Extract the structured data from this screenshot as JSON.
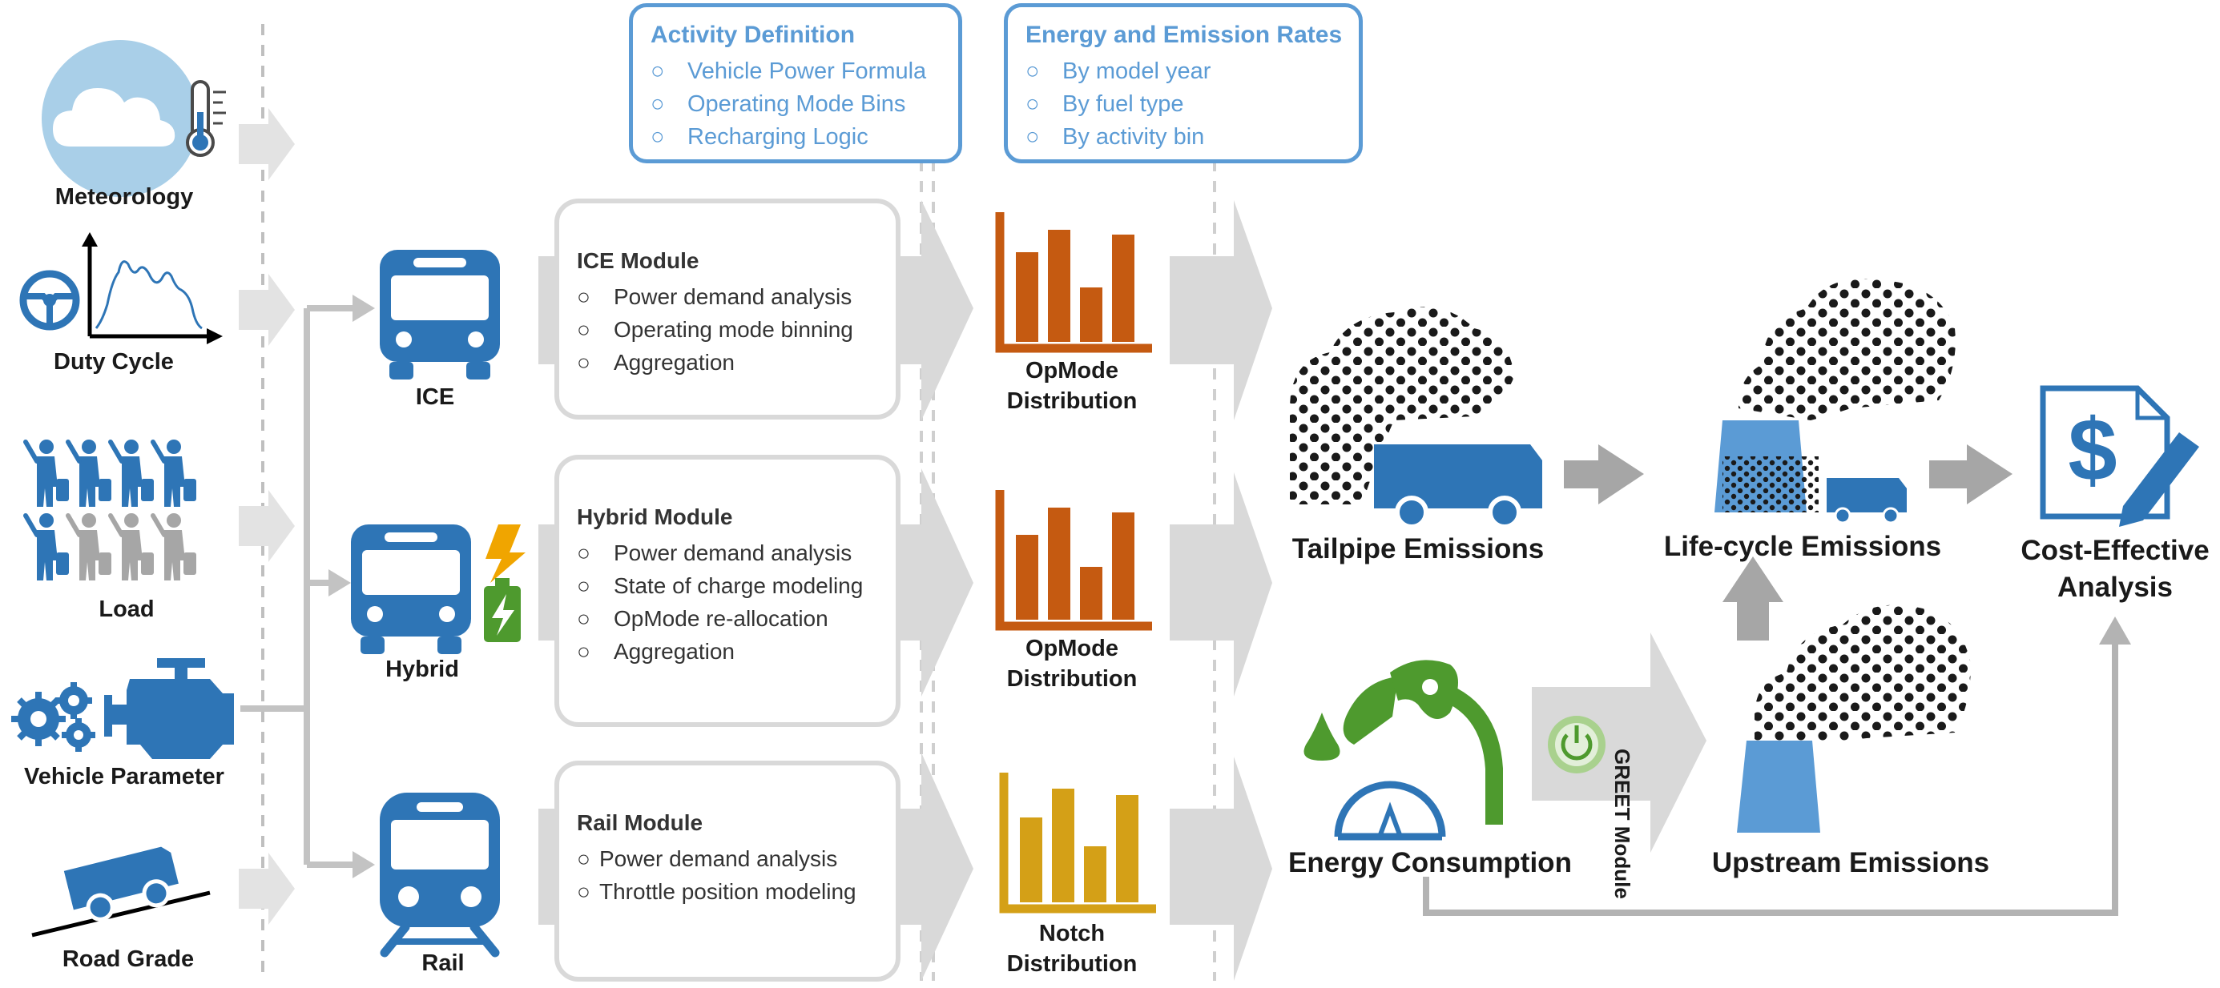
{
  "colors": {
    "blue": "#2e75b6",
    "light_blue": "#5b9bd5",
    "grey_arrow": "#d9d9d9",
    "dark_grey_arrow": "#a6a6a6",
    "orange_bar": "#c55a11",
    "gold_bar": "#d4a017",
    "green": "#4e9a2e",
    "dashed_line": "#bfbfbf"
  },
  "inputs": {
    "meteorology": "Meteorology",
    "duty_cycle": "Duty Cycle",
    "load": "Load",
    "vehicle_parameter": "Vehicle Parameter",
    "road_grade": "Road Grade"
  },
  "vehicles": {
    "ice": "ICE",
    "hybrid": "Hybrid",
    "rail": "Rail"
  },
  "activity_definition": {
    "title": "Activity Definition",
    "bullet": "○",
    "items": [
      "Vehicle Power Formula",
      "Operating Mode Bins",
      "Recharging Logic"
    ]
  },
  "energy_rates": {
    "title": "Energy and Emission Rates",
    "bullet": "○",
    "items": [
      "By model year",
      "By fuel type",
      "By activity bin"
    ]
  },
  "modules": {
    "bullet": "○",
    "ice": {
      "title": "ICE Module",
      "items": [
        "Power demand analysis",
        "Operating mode binning",
        "Aggregation"
      ]
    },
    "hybrid": {
      "title": "Hybrid Module",
      "items": [
        "Power demand analysis",
        "State of charge modeling",
        "OpMode re-allocation",
        "Aggregation"
      ]
    },
    "rail": {
      "title": "Rail Module",
      "items": [
        "Power demand analysis",
        "Throttle position modeling"
      ]
    }
  },
  "distributions": {
    "ice": [
      "OpMode",
      "Distribution"
    ],
    "hybrid": [
      "OpMode",
      "Distribution"
    ],
    "rail": [
      "Notch",
      "Distribution"
    ]
  },
  "outputs": {
    "tailpipe": "Tailpipe Emissions",
    "lifecycle": "Life-cycle Emissions",
    "cost": [
      "Cost-Effective",
      "Analysis"
    ],
    "energy": "Energy Consumption",
    "upstream": "Upstream Emissions",
    "greet": "GREET Module"
  },
  "icons": [
    "cloud-icon",
    "thermometer-icon",
    "steering-wheel-icon",
    "duty-cycle-graph-icon",
    "passengers-icon",
    "gears-icon",
    "engine-icon",
    "truck-on-slope-icon",
    "bus-icon",
    "lightning-icon",
    "battery-icon",
    "train-icon",
    "bar-chart-icon",
    "fuel-nozzle-icon",
    "fuel-gauge-icon",
    "power-button-icon",
    "smoke-icon",
    "smokestack-icon",
    "truck-icon",
    "dollar-document-icon"
  ]
}
